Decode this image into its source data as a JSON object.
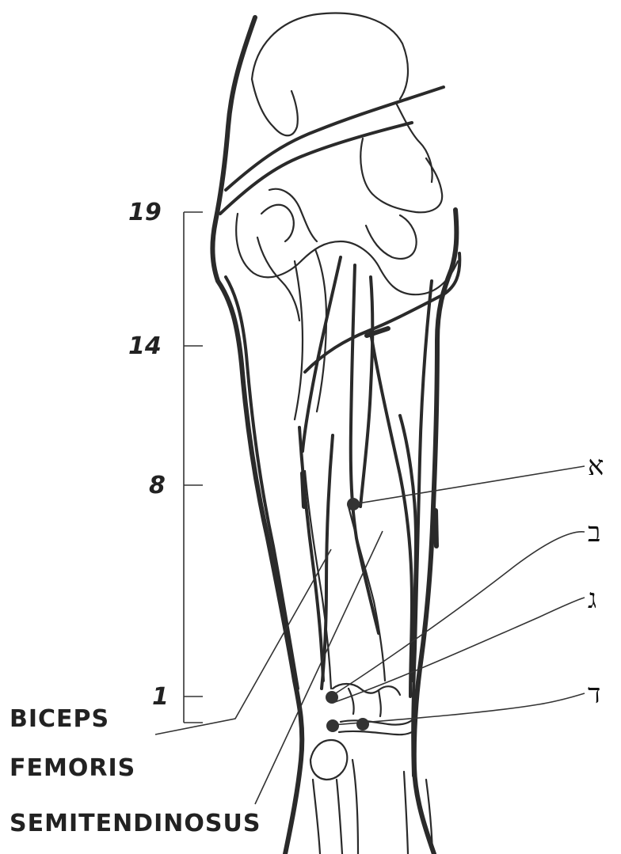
{
  "scale": {
    "ticks": [
      "19",
      "14",
      "8",
      "1"
    ]
  },
  "labels": {
    "biceps_line1": "BICEPS",
    "biceps_line2": "FEMORIS",
    "semitendinosus": "SEMITENDINOSUS"
  },
  "points": [
    {
      "letter": "א"
    },
    {
      "letter": "ב"
    },
    {
      "letter": "ג"
    },
    {
      "letter": "ד"
    }
  ]
}
